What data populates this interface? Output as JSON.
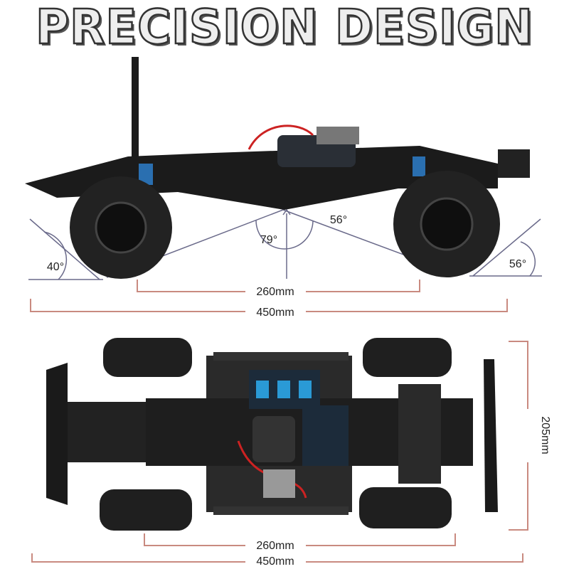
{
  "title": "PRECISION DESIGN",
  "side_view": {
    "approach_angle": "40°",
    "departure_angle": "56°",
    "breakover_angle": "79°",
    "ramp_angle": "56°",
    "wheelbase": "260mm",
    "length": "450mm"
  },
  "top_view": {
    "width": "205mm",
    "wheelbase": "260mm",
    "length": "450mm"
  },
  "colors": {
    "dimension_line": "#c98a80",
    "angle_line": "#6a6a8a",
    "chassis": "#1b1b1b",
    "accent": "#2a9ad6"
  }
}
